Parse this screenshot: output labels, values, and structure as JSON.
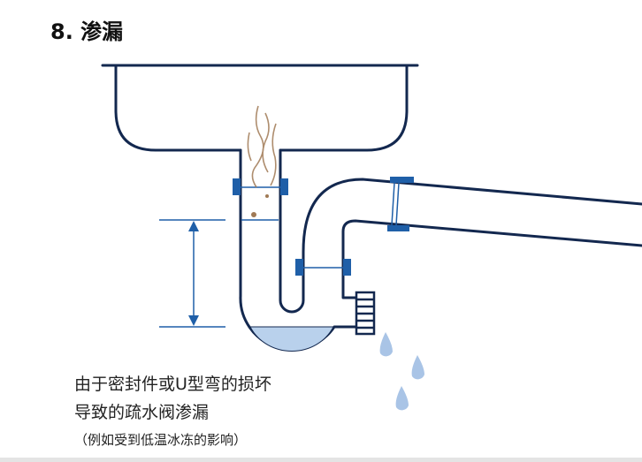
{
  "title": "8. 渗漏",
  "caption": {
    "line1": "由于密封件或U型弯的损坏",
    "line2": "导致的疏水阀渗漏",
    "note": "（例如受到低温冰冻的影响）"
  },
  "colors": {
    "pipe_outline": "#13284f",
    "seal": "#1f5fa8",
    "water": "#b9d1ec",
    "droplet": "#a9c4e6",
    "odor": "#a07a55"
  }
}
